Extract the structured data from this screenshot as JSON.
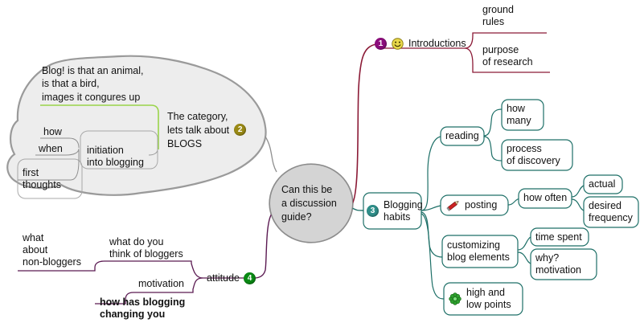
{
  "diagram": {
    "title": "Can this be a discussion guide?",
    "type": "mind map",
    "colors": {
      "central_fill": "#d4d4d4",
      "central_stroke": "#8c8c8c",
      "cloud_fill": "#ededed",
      "cloud_stroke": "#9a9a9a",
      "branch_introductions": "#8b1a36",
      "branch_blogging_habits": "#1d6f67",
      "branch_attitude": "#5b1a52",
      "branch_category": "#9a9a9a",
      "green_underline": "#9ad44a",
      "badge_1": "#8c0e7c",
      "badge_2": "#9a8a16",
      "badge_3": "#2f8f8a",
      "badge_4": "#0a8a14"
    }
  },
  "central": {
    "label": "Can this be\na discussion\nguide?",
    "line1": "Can this be",
    "line2": "a discussion",
    "line3": "guide?"
  },
  "branches": {
    "introductions": {
      "badge": "1",
      "label": "Introductions",
      "icon": "smiley-icon",
      "children": [
        {
          "label": "ground\nrules",
          "line1": "ground",
          "line2": "rules"
        },
        {
          "label": "purpose\nof research",
          "line1": "purpose",
          "line2": "of research"
        }
      ]
    },
    "blogging_habits": {
      "badge": "3",
      "label": "Blogging\nhabits",
      "line1": "Blogging",
      "line2": "habits",
      "children": [
        {
          "label": "reading",
          "children": [
            {
              "label": "how\nmany",
              "line1": "how",
              "line2": "many"
            },
            {
              "label": "process\nof discovery",
              "line1": "process",
              "line2": "of discovery"
            }
          ]
        },
        {
          "label": "posting",
          "icon": "pencil-icon",
          "children": [
            {
              "label": "how often",
              "children": [
                {
                  "label": "actual"
                },
                {
                  "label": "desired\nfrequency",
                  "line1": "desired",
                  "line2": "frequency"
                }
              ]
            }
          ]
        },
        {
          "label": "customizing\nblog elements",
          "line1": "customizing",
          "line2": "blog elements",
          "children": [
            {
              "label": "time spent"
            },
            {
              "label": "why?\nmotivation",
              "line1": "why?",
              "line2": "motivation"
            }
          ]
        },
        {
          "label": "high and\nlow points",
          "line1": "high and",
          "line2": "low points",
          "icon": "flower-icon"
        }
      ]
    },
    "category": {
      "badge": "2",
      "label": "The category,\nlets talk about\nBLOGS",
      "line1": "The category,",
      "line2": "lets talk about",
      "line3": "BLOGS",
      "cloud_note": {
        "line1": "Blog! is that an animal,",
        "line2": "is that a bird,",
        "line3": "images it congures up"
      },
      "children": [
        {
          "label": "initiation\ninto blogging",
          "line1": "initiation",
          "line2": "into blogging",
          "children": [
            {
              "label": "how"
            },
            {
              "label": "when"
            },
            {
              "label": "first\nthoughts",
              "line1": "first",
              "line2": "thoughts"
            }
          ]
        }
      ]
    },
    "attitude": {
      "badge": "4",
      "label": "attitude",
      "children": [
        {
          "label": "what do you\nthink of bloggers",
          "line1": "what do you",
          "line2": "think of bloggers",
          "children": [
            {
              "label": "what\nabout\nnon-bloggers",
              "line1": "what",
              "line2": "about",
              "line3": "non-bloggers"
            }
          ]
        },
        {
          "label": "motivation",
          "children": [
            {
              "label": "how has blogging\nchanging you",
              "line1": "how has blogging",
              "line2": "changing you",
              "bold": true
            }
          ]
        }
      ]
    }
  }
}
